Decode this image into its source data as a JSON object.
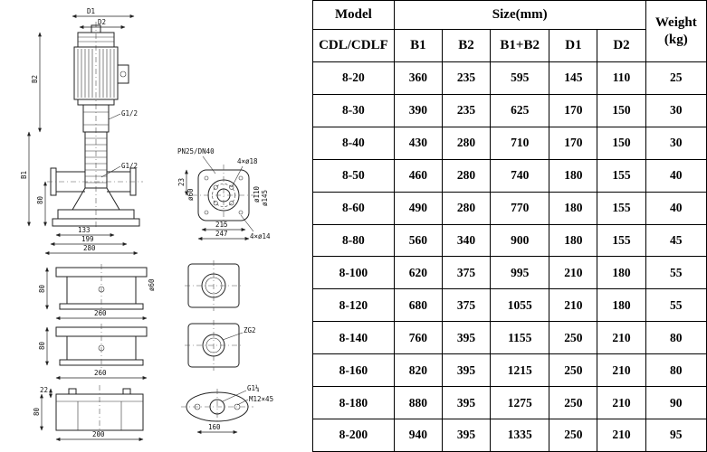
{
  "drawing": {
    "labels": {
      "d1": "D1",
      "d2": "D2",
      "b2": "B2",
      "b1": "B1",
      "dim80_main": "80",
      "g12_upper": "G1/2",
      "g12_lower": "G1/2",
      "dim133": "133",
      "dim199": "199",
      "dim280": "280",
      "pn": "PN25/DN40",
      "bolt_top": "4×ø18",
      "d60_flange": "ø60",
      "d110": "ø110",
      "d145": "ø145",
      "dim23": "23",
      "dim215": "215",
      "dim247": "247",
      "bolt_bottom": "4×ø14",
      "d60_bracket": "ø60",
      "dim80_a": "80",
      "dim260_a": "260",
      "dim80_b": "80",
      "dim260_b": "260",
      "zg2": "ZG2",
      "dim22": "22",
      "dim80_c": "80",
      "dim200": "200",
      "g114": "G1¼",
      "m12x45": "M12×45",
      "dim160": "160"
    }
  },
  "table": {
    "header": {
      "model": "Model",
      "size": "Size(mm)",
      "weight": "Weight",
      "weight_unit": "(kg)",
      "sub": [
        "CDL/CDLF",
        "B1",
        "B2",
        "B1+B2",
        "D1",
        "D2"
      ]
    },
    "rows": [
      {
        "model": "8-20",
        "b1": "360",
        "b2": "235",
        "b1b2": "595",
        "d1": "145",
        "d2": "110",
        "w": "25"
      },
      {
        "model": "8-30",
        "b1": "390",
        "b2": "235",
        "b1b2": "625",
        "d1": "170",
        "d2": "150",
        "w": "30"
      },
      {
        "model": "8-40",
        "b1": "430",
        "b2": "280",
        "b1b2": "710",
        "d1": "170",
        "d2": "150",
        "w": "30"
      },
      {
        "model": "8-50",
        "b1": "460",
        "b2": "280",
        "b1b2": "740",
        "d1": "180",
        "d2": "155",
        "w": "40"
      },
      {
        "model": "8-60",
        "b1": "490",
        "b2": "280",
        "b1b2": "770",
        "d1": "180",
        "d2": "155",
        "w": "40"
      },
      {
        "model": "8-80",
        "b1": "560",
        "b2": "340",
        "b1b2": "900",
        "d1": "180",
        "d2": "155",
        "w": "45"
      },
      {
        "model": "8-100",
        "b1": "620",
        "b2": "375",
        "b1b2": "995",
        "d1": "210",
        "d2": "180",
        "w": "55"
      },
      {
        "model": "8-120",
        "b1": "680",
        "b2": "375",
        "b1b2": "1055",
        "d1": "210",
        "d2": "180",
        "w": "55"
      },
      {
        "model": "8-140",
        "b1": "760",
        "b2": "395",
        "b1b2": "1155",
        "d1": "250",
        "d2": "210",
        "w": "80"
      },
      {
        "model": "8-160",
        "b1": "820",
        "b2": "395",
        "b1b2": "1215",
        "d1": "250",
        "d2": "210",
        "w": "80"
      },
      {
        "model": "8-180",
        "b1": "880",
        "b2": "395",
        "b1b2": "1275",
        "d1": "250",
        "d2": "210",
        "w": "90"
      },
      {
        "model": "8-200",
        "b1": "940",
        "b2": "395",
        "b1b2": "1335",
        "d1": "250",
        "d2": "210",
        "w": "95"
      }
    ]
  }
}
